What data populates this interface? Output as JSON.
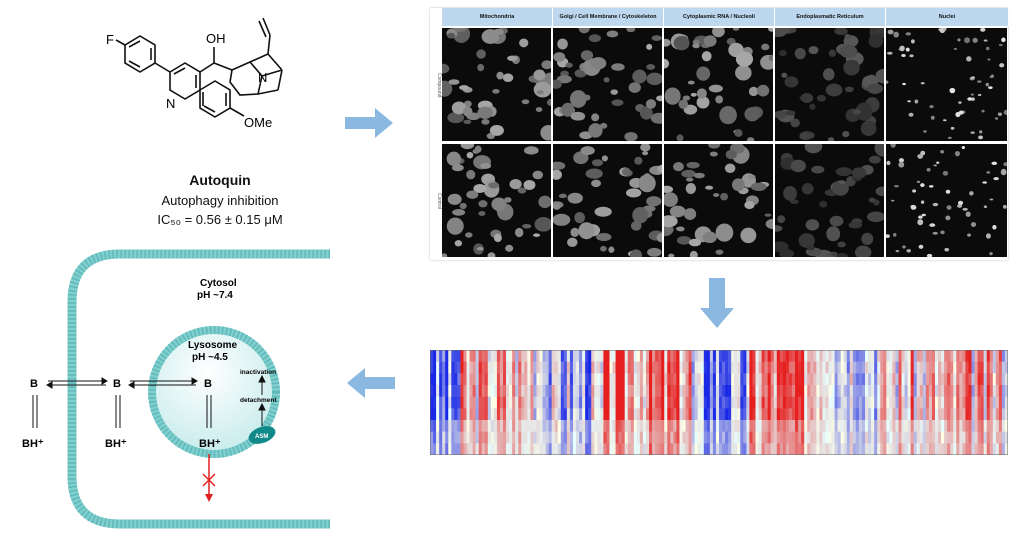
{
  "compound": {
    "labels": {
      "f": "F",
      "oh": "OH",
      "n_quin": "N",
      "n_quinuc": "N",
      "ome": "OMe"
    },
    "name": "Autoquin",
    "activity": "Autophagy inhibition",
    "ic50": "IC₅₀ = 0.56 ± 0.15 μM"
  },
  "screen": {
    "columns": [
      "Mitochondria",
      "Golgi / Cell Membrane / Cytoskeleton",
      "Cytoplasmic RNA / Nucleoli",
      "Endoplasmatic Reticulum",
      "Nuclei"
    ],
    "rows": [
      "Compound",
      "Control"
    ]
  },
  "cell": {
    "cytosol": "Cytosol",
    "cytosol_ph": "pH ~7.4",
    "lysosome": "Lysosome",
    "lysosome_ph": "pH ~4.5",
    "b1": "B",
    "b2": "B",
    "b3": "B",
    "bh1": "BH⁺",
    "bh2": "BH⁺",
    "bh3": "BH⁺",
    "inactivation": "inactivation",
    "detachment": "detachment",
    "asm": "ASM"
  },
  "colors": {
    "arrow": "#8ab8e0",
    "membrane": "#7fcfcf",
    "red": "#e02020",
    "blue": "#1a2fd0"
  }
}
